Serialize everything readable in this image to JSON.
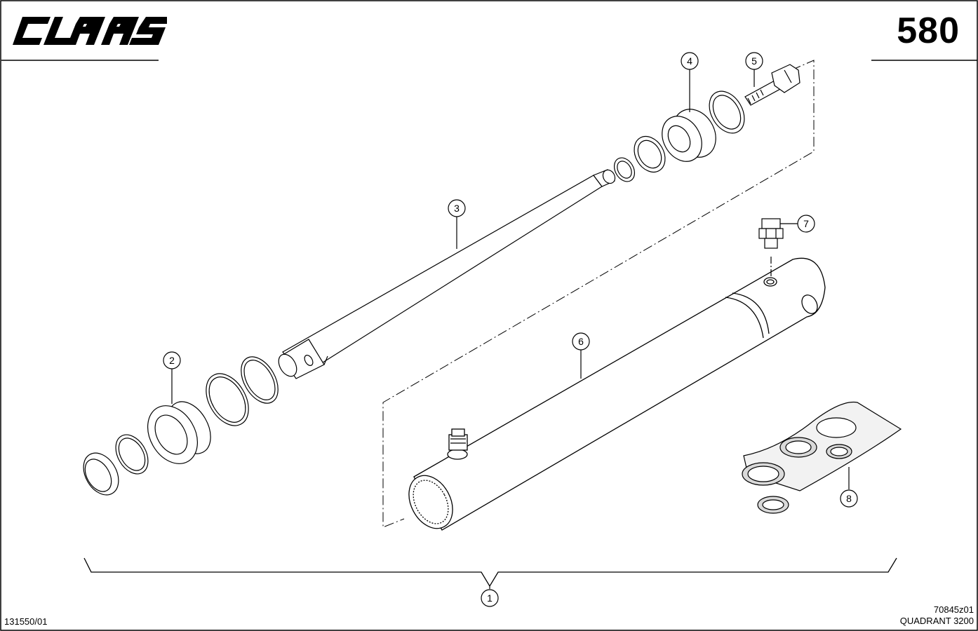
{
  "header": {
    "brand_logo_text": "CLAAS",
    "page_number": "580"
  },
  "footer": {
    "document_number": "131550/01",
    "drawing_number": "70845z01",
    "model": "QUADRANT 3200"
  },
  "callouts": {
    "c1": "1",
    "c2": "2",
    "c3": "3",
    "c4": "4",
    "c5": "5",
    "c6": "6",
    "c7": "7",
    "c8": "8"
  },
  "colors": {
    "ink": "#000000",
    "paper": "#ffffff",
    "seal_shade": "#d9d9d9"
  }
}
